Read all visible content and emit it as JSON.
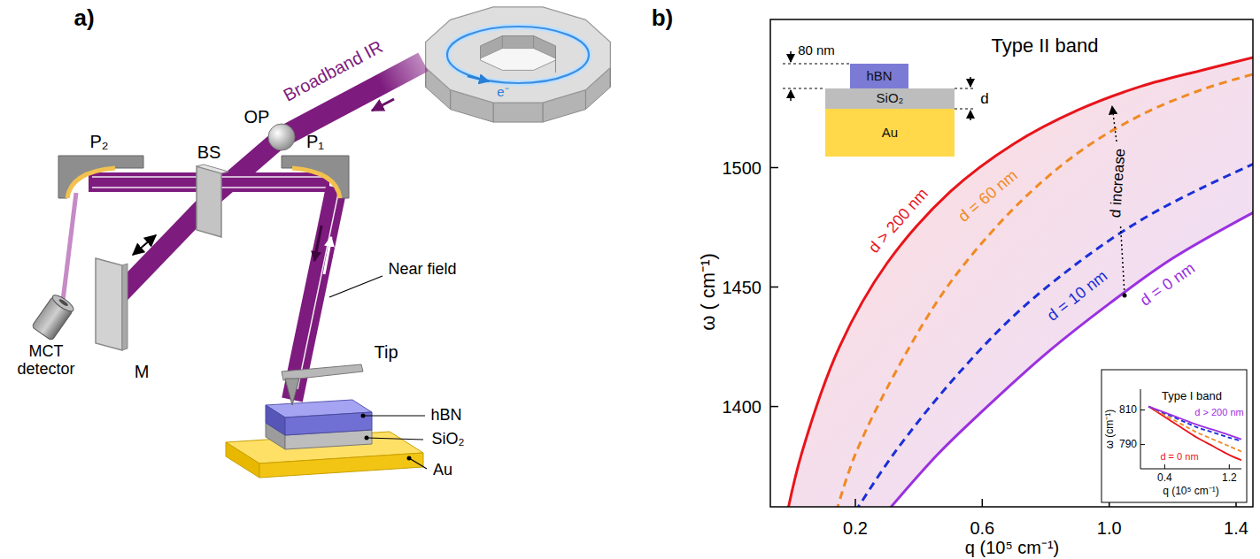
{
  "diagram": {
    "nodes": [
      {
        "text": [
          "hBN"
        ]
      },
      {
        "text": [
          "SiO₂"
        ]
      },
      {
        "text": [
          "Au"
        ]
      }
    ],
    "labels": [
      "a)",
      "Broadband IR",
      "e⁻",
      "OP",
      "P₂",
      "BS",
      "P₁",
      "MCT detector",
      "M",
      "Near field",
      "Tip",
      "hBN",
      "SiO₂",
      "Au",
      "b)",
      "Type II band",
      "80 nm",
      "d",
      "d > 200 nm",
      "d = 60 nm",
      "d = 10 nm",
      "d = 0 nm",
      "d increase",
      "1400",
      "1450",
      "1500",
      "ω ( cm⁻¹)",
      "0.2",
      "0.6",
      "1.0",
      "1.4",
      "q (10⁵ cm⁻¹)",
      "Type I band",
      "810",
      "790",
      "ω (cm⁻¹)",
      "0.4",
      "1.2",
      "q (10⁵ cm⁻¹)",
      "d > 200 nm",
      "d = 0 nm"
    ]
  }
}
